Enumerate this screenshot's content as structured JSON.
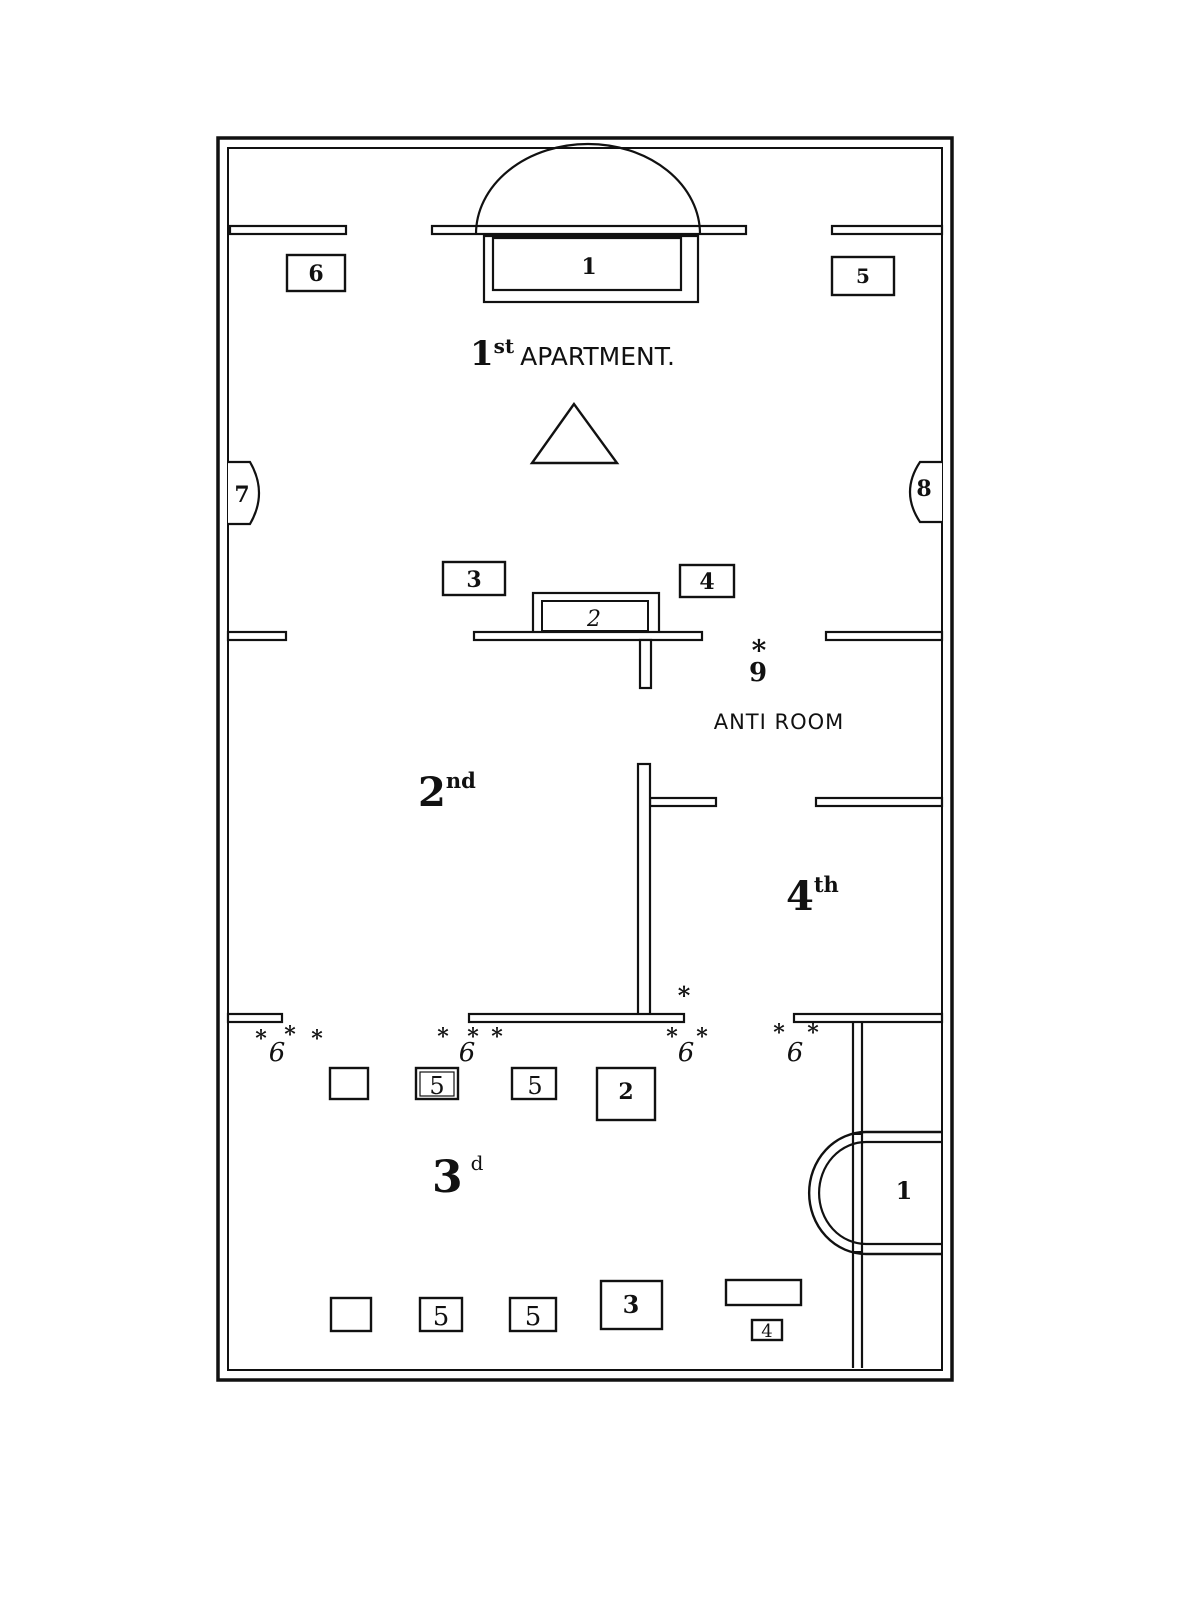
{
  "labels": {
    "first_apartment_num": "1",
    "first_apartment_sup": "st",
    "first_apartment_word": "APARTMENT.",
    "second_num": "2",
    "second_sup": "nd",
    "third_num": "3",
    "third_sup": "d",
    "fourth_num": "4",
    "fourth_sup": "th",
    "anti_room": "ANTI ROOM"
  },
  "first_apartment": {
    "item_1": "1",
    "item_2": "2",
    "item_3": "3",
    "item_4": "4",
    "item_5": "5",
    "item_6": "6",
    "item_7": "7",
    "item_8": "8"
  },
  "anti_room": {
    "marker_star": "*",
    "marker_9": "9"
  },
  "third_apartment": {
    "item_1": "1",
    "item_2": "2",
    "item_3": "3",
    "item_4": "4",
    "item_5a": "5",
    "item_5b": "5",
    "item_5c": "5",
    "item_5d": "5",
    "station_6a": "6",
    "station_6b": "6",
    "station_6c": "6",
    "station_6d": "6",
    "star": "*"
  }
}
